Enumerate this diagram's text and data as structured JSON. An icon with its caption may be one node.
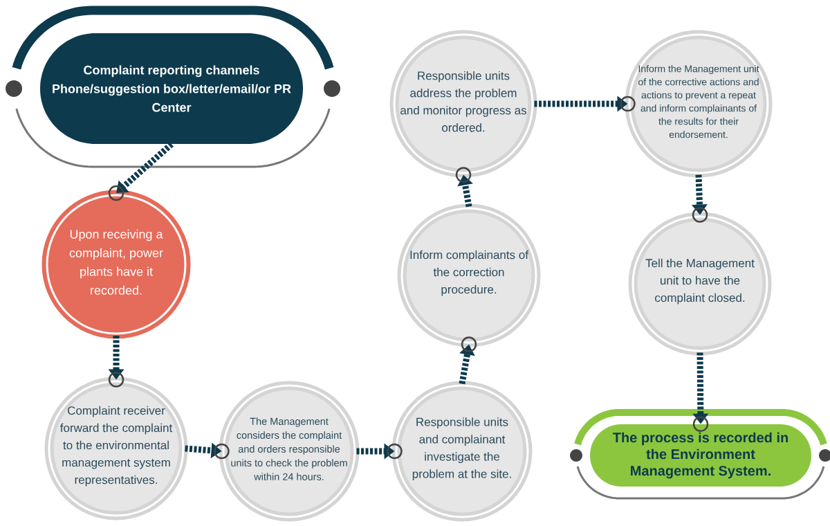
{
  "diagram": {
    "nodes": [
      {
        "text": [
          "Complaint reporting channels",
          "Phone/suggestion box/letter/email/or PR Center"
        ]
      },
      {
        "text": [
          "Upon receiving a complaint, power plants have it recorded."
        ]
      },
      {
        "text": [
          "Complaint receiver forward the complaint to the environmental management system representatives."
        ]
      },
      {
        "text": [
          "The Management considers the complaint and orders responsible units to check the problem within 24 hours."
        ]
      },
      {
        "text": [
          "Responsible units and complainant investigate the problem at the site."
        ]
      },
      {
        "text": [
          "Inform complainants of the correction procedure."
        ]
      },
      {
        "text": [
          "Responsible units address the problem and monitor progress as ordered."
        ]
      },
      {
        "text": [
          "Inform the Management unit of the corrective actions and actions to prevent a repeat and inform complainants of the results for their endorsement."
        ]
      },
      {
        "text": [
          "Tell the Management unit to have the complaint closed."
        ]
      },
      {
        "text": [
          "The process is recorded in the Environment Management System."
        ]
      }
    ],
    "edges": [
      {
        "from": 0,
        "to": 1,
        "arrow": "to"
      },
      {
        "from": 1,
        "to": 2,
        "arrow": "to"
      },
      {
        "from": 2,
        "to": 3,
        "arrow": "to"
      },
      {
        "from": 3,
        "to": 4,
        "arrow": "to"
      },
      {
        "from": 4,
        "to": 5,
        "arrow": "to"
      },
      {
        "from": 5,
        "to": 6,
        "arrow": "to"
      },
      {
        "from": 6,
        "to": 7,
        "arrow": "to"
      },
      {
        "from": 7,
        "to": 8,
        "arrow": "to"
      },
      {
        "from": 8,
        "to": 9,
        "arrow": "to"
      }
    ]
  }
}
